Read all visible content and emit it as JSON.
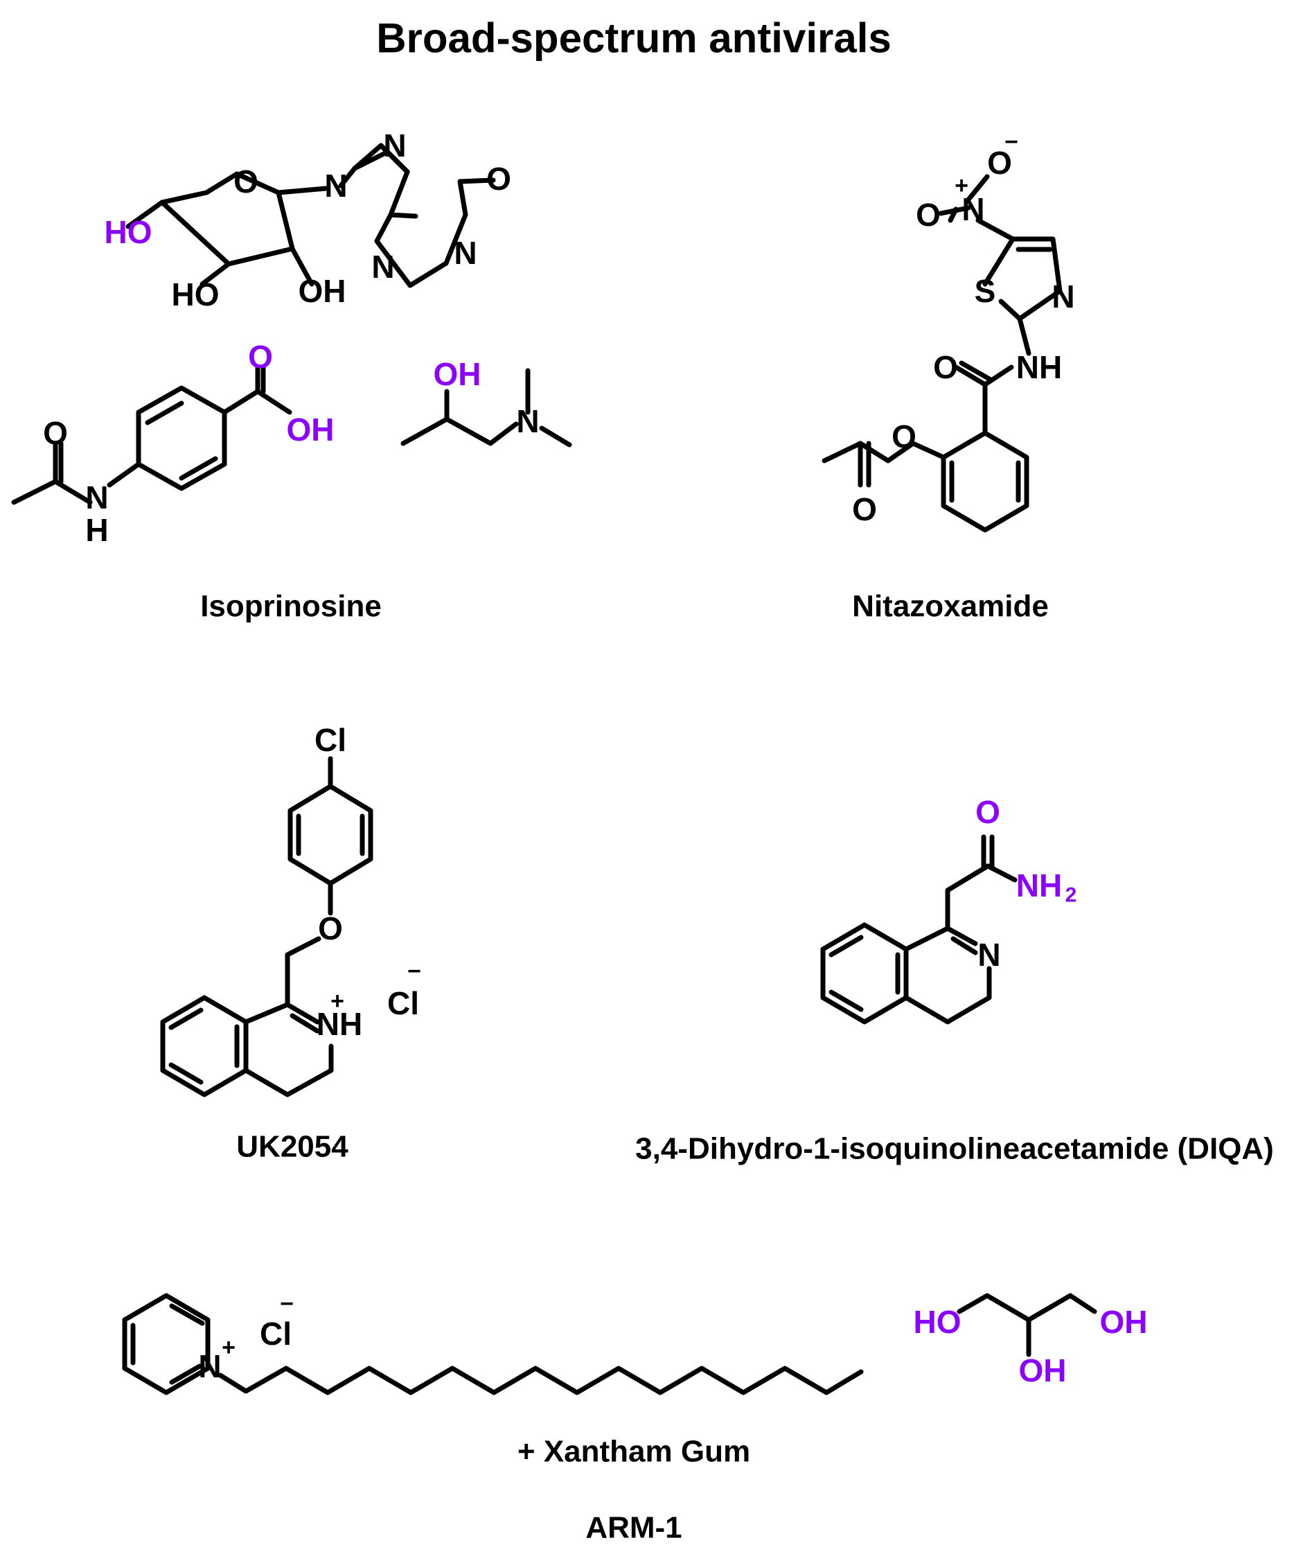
{
  "title": "Broad-spectrum antivirals",
  "colors": {
    "highlight": "#8B00FF",
    "ink": "#000000"
  },
  "compounds": {
    "isoprinosine": {
      "name": "Isoprinosine"
    },
    "nitazoxamide": {
      "name": "Nitazoxamide"
    },
    "uk2054": {
      "name": "UK2054"
    },
    "diqa": {
      "name": "3,4-Dihydro-1-isoquinolineacetamide (DIQA)"
    },
    "arm1": {
      "additive": "+ Xantham Gum",
      "name": "ARM-1"
    }
  },
  "labels": {
    "HO": "HO",
    "OH": "OH",
    "O": "O",
    "N": "N",
    "H": "H",
    "NH": "NH",
    "S": "S",
    "Cl": "Cl",
    "NH2": "NH",
    "sub2": "2",
    "plus": "+",
    "minus": "−"
  }
}
